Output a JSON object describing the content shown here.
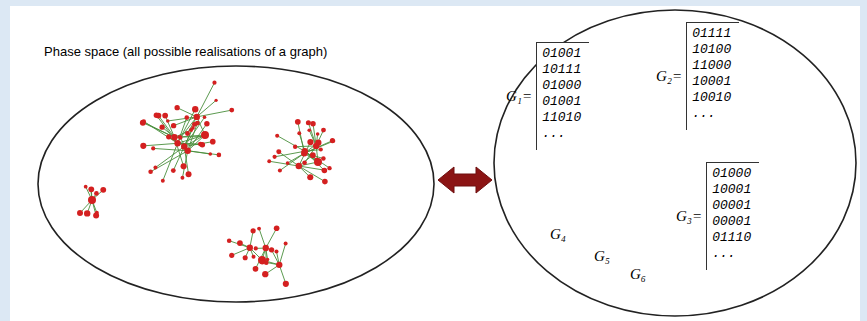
{
  "diagram": {
    "nodes": [
      {
        "text": [
          "Phase space (all possible realisations of a graph)"
        ]
      },
      {
        "text": [
          "G₄",
          "G₅",
          "G₆"
        ]
      },
      {
        "text": [
          "G₁=",
          "01001 10111 01000 01001 11010 ..."
        ],
        "in": 1
      },
      {
        "text": [
          "G₂=",
          "01111 10100 11000 10001 10010 ..."
        ],
        "in": 1
      },
      {
        "text": [
          "G₃=",
          "01000 10001 00001 00001 01110 ..."
        ],
        "in": 1
      }
    ],
    "edges": [
      {
        "from": 0,
        "to": 1,
        "arrow": "both"
      }
    ]
  }
}
